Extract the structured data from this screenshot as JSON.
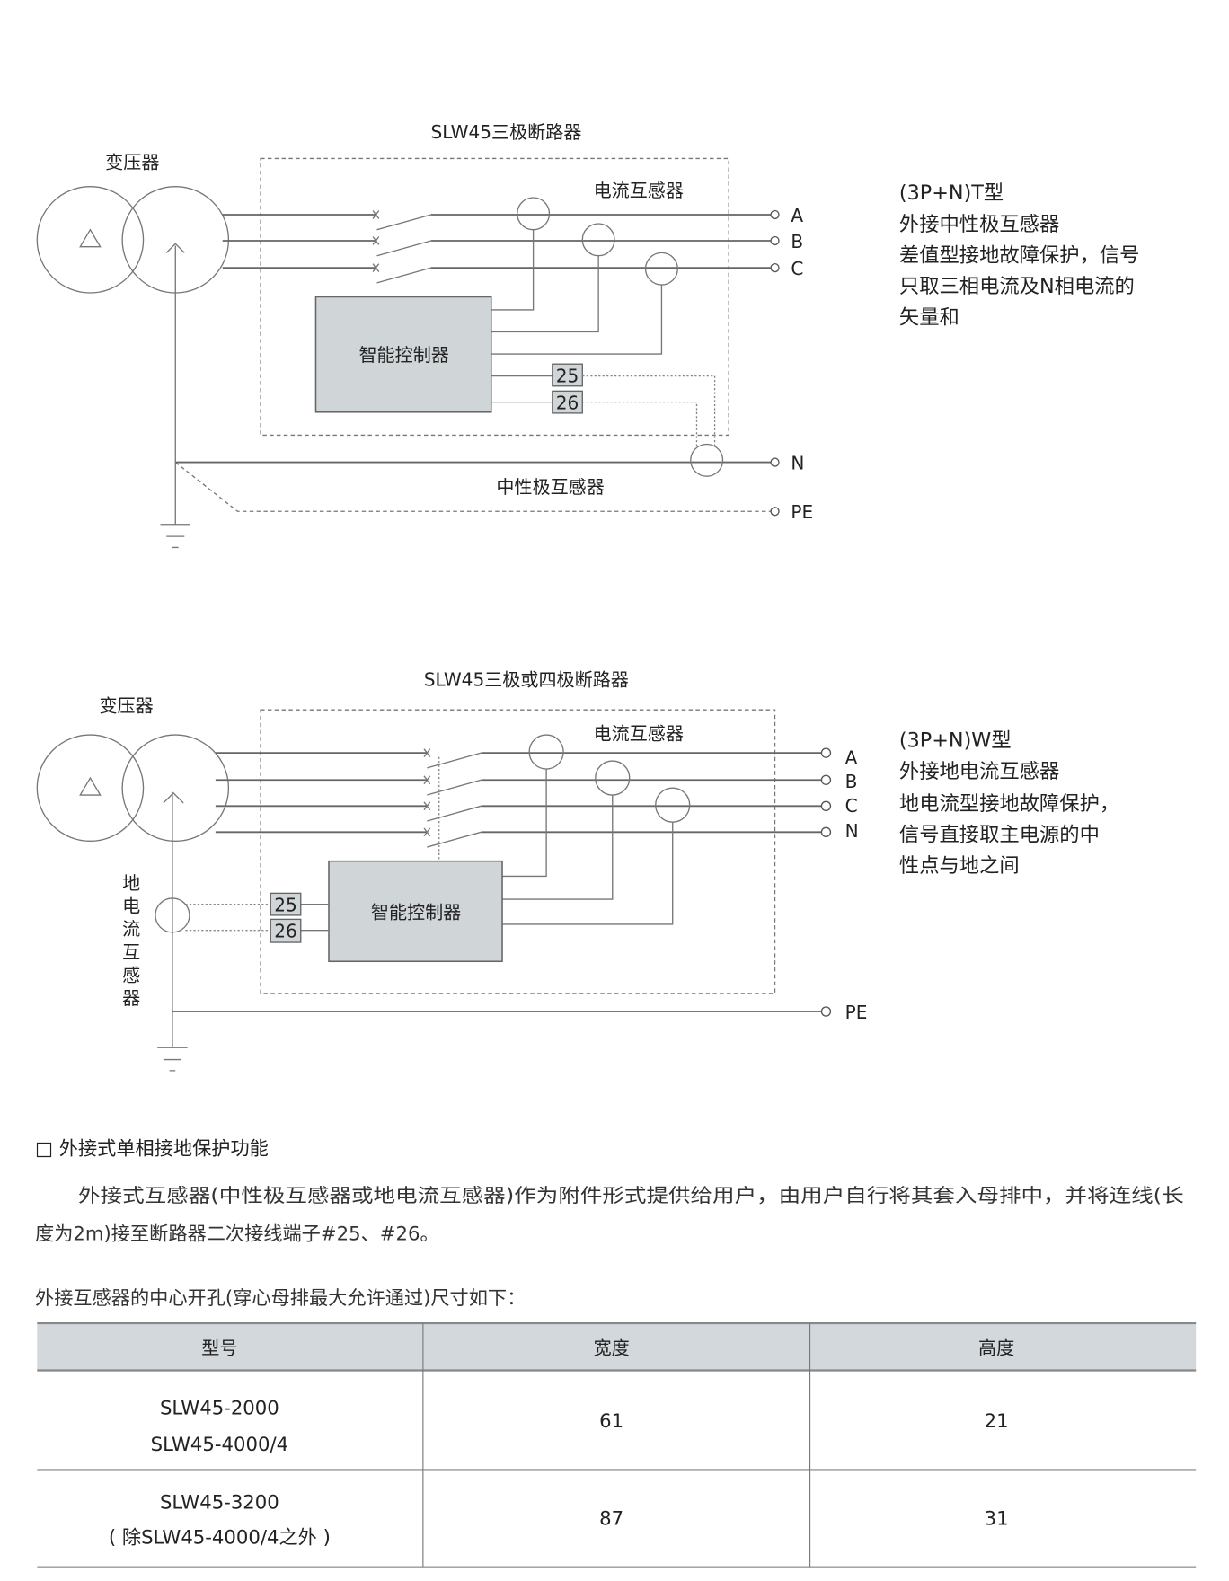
{
  "diagram1": {
    "title": "SLW45三极断路器",
    "transformer_label": "变压器",
    "ct_label": "电流互感器",
    "controller_label": "智能控制器",
    "terminal_25": "25",
    "terminal_26": "26",
    "neutral_ct_label": "中性极互感器",
    "phases": [
      "A",
      "B",
      "C"
    ],
    "neutral": "N",
    "pe": "PE",
    "description": [
      "(3P+N)T型",
      "外接中性极互感器",
      "差值型接地故障保护，信号",
      "只取三相电流及N相电流的",
      "矢量和"
    ]
  },
  "diagram2": {
    "title": "SLW45三极或四极断路器",
    "transformer_label": "变压器",
    "ct_label": "电流互感器",
    "controller_label": "智能控制器",
    "terminal_25": "25",
    "terminal_26": "26",
    "ground_ct_label": [
      "地",
      "电",
      "流",
      "互",
      "感",
      "器"
    ],
    "phases": [
      "A",
      "B",
      "C",
      "N"
    ],
    "pe": "PE",
    "description": [
      "(3P+N)W型",
      "外接地电流互感器",
      "地电流型接地故障保护，",
      "信号直接取主电源的中",
      "性点与地之间"
    ]
  },
  "section": {
    "heading": "□ 外接式单相接地保护功能",
    "paragraph_line1": "外接式互感器(中性极互感器或地电流互感器)作为附件形式提供给用户，由用户自行将其套入母排中，并将连线(长",
    "paragraph_line2": "度为2m)接至断路器二次接线端子#25、#26。",
    "table_intro": "外接互感器的中心开孔(穿心母排最大允许通过)尺寸如下："
  },
  "table": {
    "headers": [
      "型号",
      "宽度",
      "高度"
    ],
    "rows": [
      {
        "model": [
          "SLW45-2000",
          "SLW45-4000/4"
        ],
        "width": "61",
        "height": "21"
      },
      {
        "model": [
          "SLW45-3200",
          "( 除SLW45-4000/4之外 )"
        ],
        "width": "87",
        "height": "31"
      }
    ]
  }
}
